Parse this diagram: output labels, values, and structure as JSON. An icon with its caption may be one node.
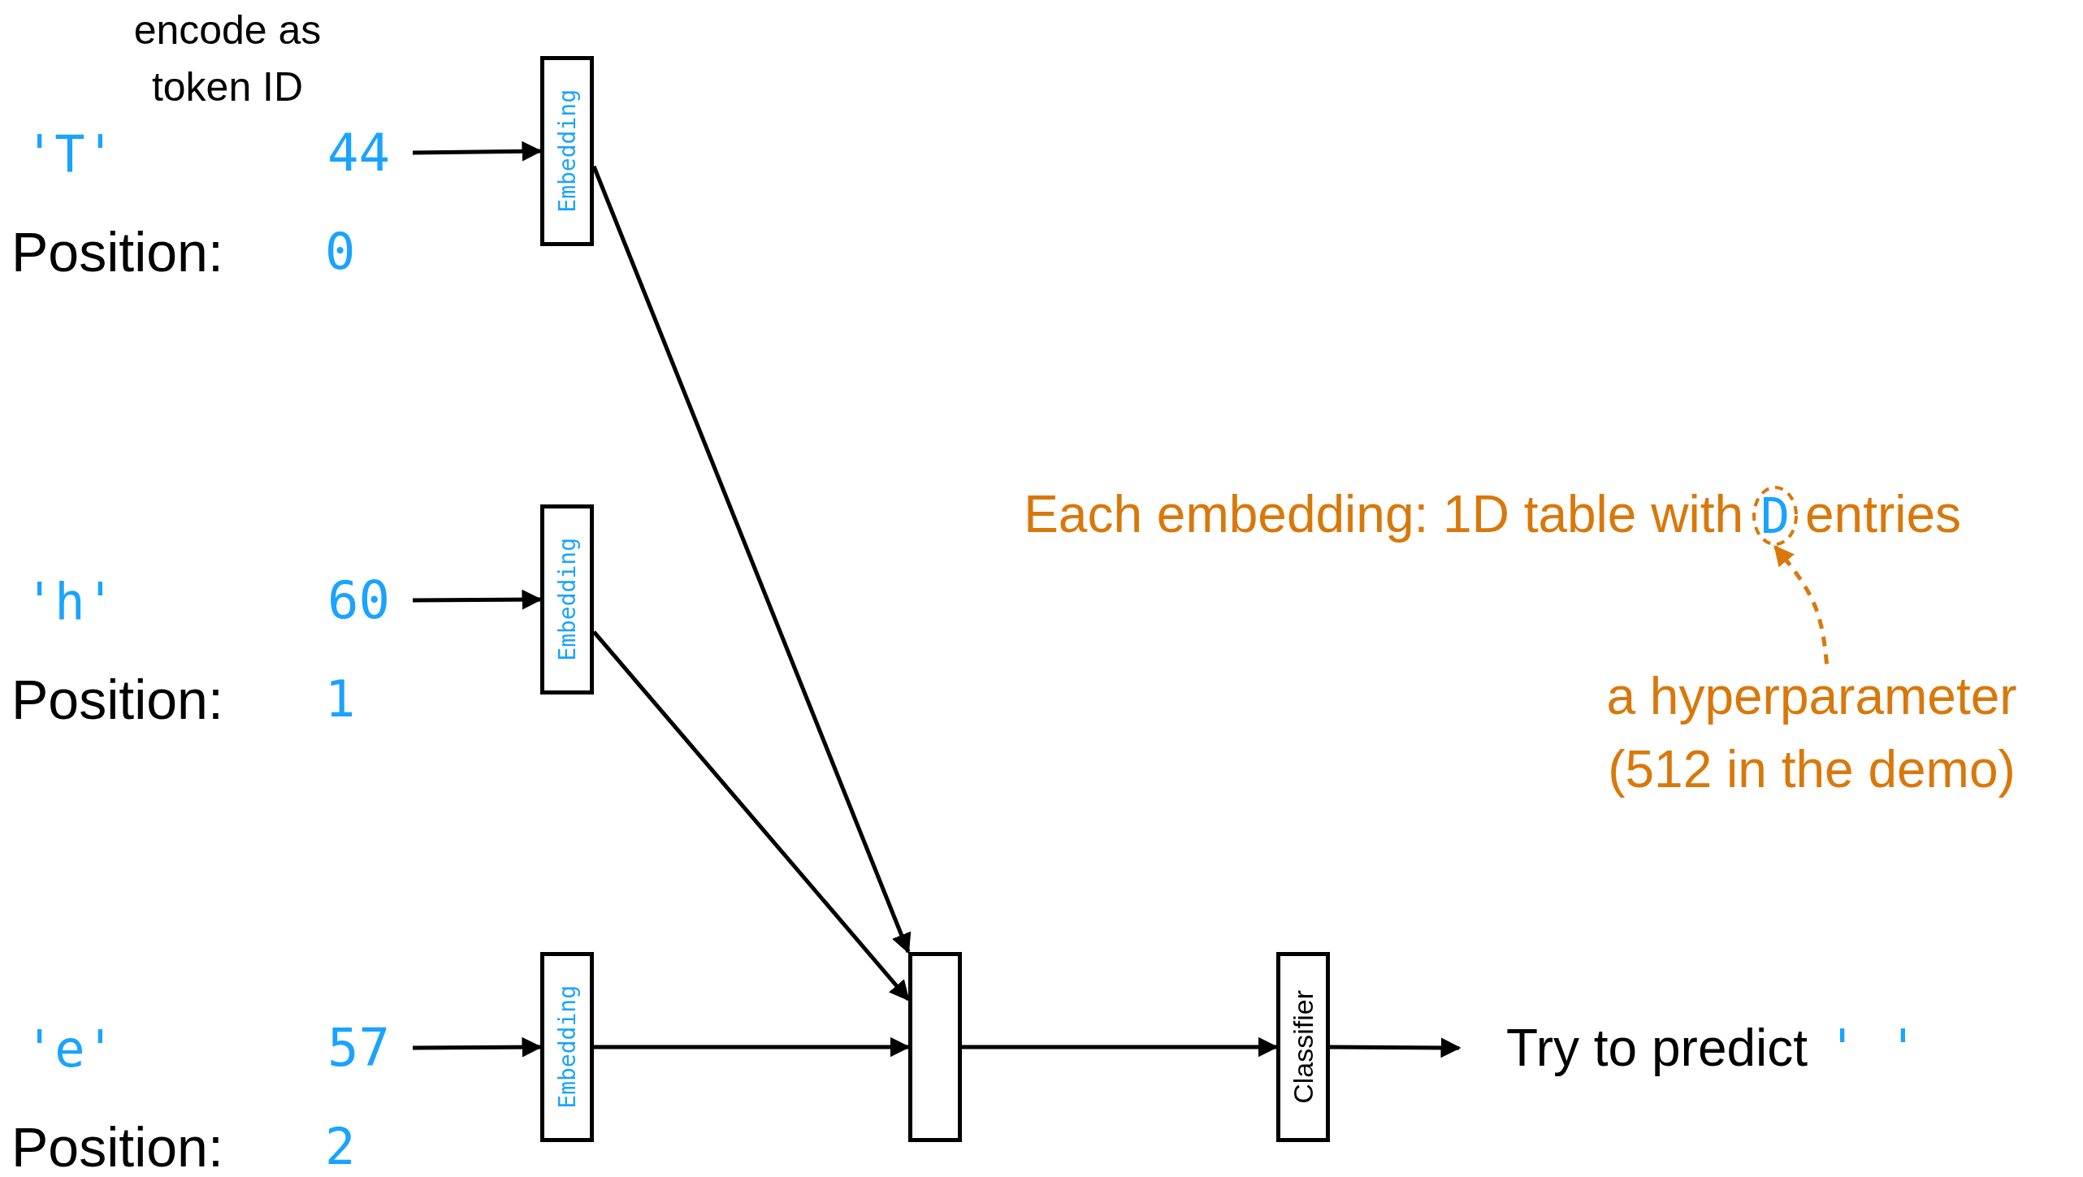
{
  "diagram": {
    "nodes": [
      {
        "text": [
          "44"
        ]
      },
      {
        "text": [
          "Embedding"
        ]
      },
      {
        "text": [
          "60"
        ]
      },
      {
        "text": [
          "Embedding"
        ]
      },
      {
        "text": [
          "57"
        ]
      },
      {
        "text": [
          "Embedding"
        ]
      },
      {
        "text": [],
        "shape": "box"
      },
      {
        "text": [
          "Classifier"
        ]
      },
      {
        "text": [
          "Try to predict",
          "' '"
        ]
      },
      {
        "text": [
          "D"
        ]
      },
      {
        "text": [
          "a hyperparameter (512 in the demo)"
        ]
      }
    ],
    "edges": [
      {
        "from": 0,
        "to": 1,
        "arrow": "to"
      },
      {
        "from": 2,
        "to": 3,
        "arrow": "to"
      },
      {
        "from": 4,
        "to": 5,
        "arrow": "to"
      },
      {
        "from": 1,
        "to": 6,
        "arrow": "to"
      },
      {
        "from": 3,
        "to": 6,
        "arrow": "to"
      },
      {
        "from": 5,
        "to": 6,
        "arrow": "to"
      },
      {
        "from": 6,
        "to": 7,
        "arrow": "to"
      },
      {
        "from": 7,
        "to": 8,
        "arrow": "to"
      },
      {
        "from": 10,
        "to": 9,
        "arrow": "to",
        "style": "dashed",
        "color": "#d9780a"
      }
    ],
    "labels": [
      "encode as token ID",
      "'T'",
      "Position:",
      "0",
      "'h'",
      "Position:",
      "1",
      "'e'",
      "Position:",
      "2",
      "Each embedding: 1D table with",
      "entries"
    ]
  }
}
